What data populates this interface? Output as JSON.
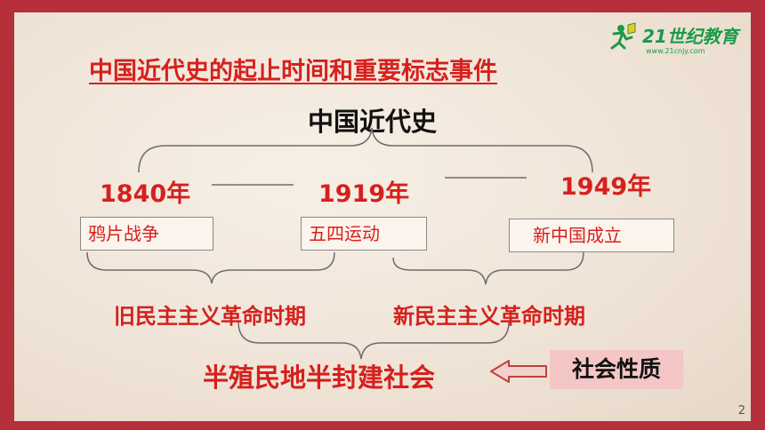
{
  "title": "中国近代史的起止时间和重要标志事件",
  "subject": "中国近代史",
  "years": [
    "1840年",
    "1919年",
    "1949年"
  ],
  "events": [
    "鸦片战争",
    "五四运动",
    "新中国成立"
  ],
  "periods": [
    "旧民主主义革命时期",
    "新民主主义革命时期"
  ],
  "nature": "半殖民地半封建社会",
  "nature_label": "社会性质",
  "logo": {
    "text": "21世纪教育",
    "url": "www.21cnjy.com"
  },
  "page_number": "2",
  "colors": {
    "accent": "#d6201d",
    "frame": "#b5303a",
    "paper": "#f2e8dc",
    "label_bg": "#f4c6c6",
    "arrow": "#c0403e"
  }
}
